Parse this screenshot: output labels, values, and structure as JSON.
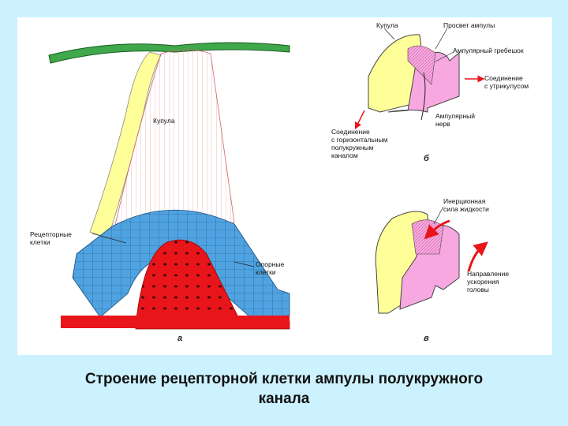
{
  "figure": {
    "panel_a": {
      "label_cupula": "Купула",
      "label_receptor_cells": "Рецепторные\nклетки",
      "label_support_cells": "Опорные\nклетки",
      "panel_letter": "а"
    },
    "panel_b": {
      "label_cupula": "Купула",
      "label_ampulla_lumen": "Просвет ампулы",
      "label_ampullary_crest": "Ампулярный гребешок",
      "label_utricle_connection": "Соединение\nс утрикулусом",
      "label_ampullary_nerve": "Ампулярный\nнерв",
      "label_horizontal_canal_connection": "Соединение\nс горизонтальным\nполукружным\nканалом",
      "panel_letter": "б"
    },
    "panel_c": {
      "label_inertial_force": "Инерционная\nсила жидкости",
      "label_head_acceleration": "Направление\nускорения\nголовы",
      "panel_letter": "в"
    },
    "colors": {
      "background": "#ccf2ff",
      "cupula_yellow": "#ffff99",
      "receptor_blue": "#4fa3e0",
      "crest_red": "#e8151b",
      "ampulla_pink": "#f7a8e0",
      "arrow_red": "#e8151b",
      "membrane_green": "#3fa84a"
    }
  },
  "caption": {
    "line1": "Строение рецепторной клетки ампулы полукружного",
    "line2": "канала"
  }
}
